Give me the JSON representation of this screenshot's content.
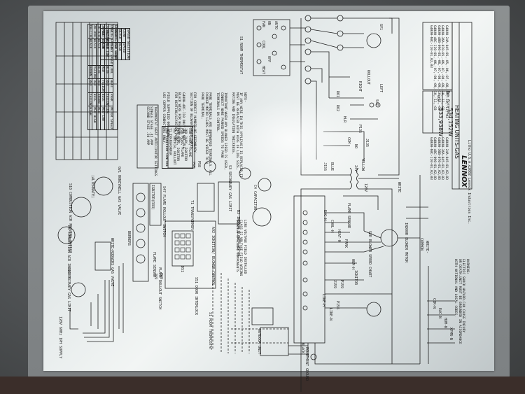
{
  "diagram": {
    "title": "HEATING UNITS-GAS",
    "brand": "LENNOX",
    "copyright": "©2002 Lennox Industries Inc.",
    "printed": "Litho U.S.A.",
    "form_codes": {
      "row1_label": "OO2",
      "row1_value": "533,938W",
      "row2_label": "New Form No.",
      "row2_value": "534,152W"
    },
    "model_list": [
      "G40UH-24A-045-05,-05,-06,-07,-08,-09,-10,-11,-03",
      "G40UH-36A-070-05,-06,-07,-08,-09,-10,-11,-03",
      "G40UH-48B-090-05,-06,-07,-08,-09,-10,-11,-03",
      "G40UH-48C-110-05,-06,-07,-08,-09,-10,-11,-03",
      "G40UH-60C-110-01,02,03"
    ],
    "models_left": [
      "G40UH-24A-045-01,02,03",
      "G40UH-36A-045-01,02,03",
      "G40UH-36B-070-01,02,03",
      "G40UH-48C-090-01,02,03",
      "G40UH-60C-110-01,02,03"
    ],
    "warning": [
      "WARNING:",
      "ELECTRIC SHOCK HAZARD.CAN CAUSE INJURY",
      "OR DEATH.UNIT MUST BE GROUNDED IN ACCORDANCE",
      "WITH NATIONAL AND LOCAL CODES."
    ],
    "notes": [
      "NOTE-",
      "IF ANY WIRE IN THIS APPLIANCE IS REPLACED,IT",
      "MUST BE REPLACED WITH WIRE OF LIKE SIZE,",
      "RATING AND INSULATION THICKNESS.",
      "",
      "IMPORTANT-WHEN ANY BLOWER SPEED IS USED,",
      "CONNECT NONE PARKED SPEEDS TO PARK",
      "TERMINALS ON CONTROL.",
      "",
      "PARK TERMINALS ARE UNPOWERED TERMINALS. ALL",
      "PARKED MOTOR LEADS MUST BE WIRED TO A",
      "PARK TERMINAL.",
      "",
      "FOR CORRECT NUMBER OF SECONDARY",
      "SECTION OF BLOWER SPEED CHART.",
      "",
      "G40UH-48C-110 ONLY DO NOT USE",
      "BLACK WIRE FOR HEATING,USE",
      "FOR HEATING/LEAVE ON PARK.",
      "",
      "FIELD SUPPLIED 60C WIRE.",
      "USE COPPER CONDUCTORS ONLY."
    ],
    "blower_chart": {
      "title": "BLOWER SPEED CHART",
      "headers": [
        "UNIT",
        "FACTORY SPEED",
        "COOL",
        "HEAT",
        "PARK",
        "MOTOR SPEED"
      ],
      "rows": [
        [
          "24-045",
          "BLACK",
          "BLUE",
          "RED",
          "YELLOW",
          "LOW"
        ],
        [
          "36-045",
          "BLACK",
          "RED",
          "YELLOW",
          "BLUE",
          "MED LOW"
        ],
        [
          "36-070",
          "BLACK",
          "BLUE",
          "RED",
          "BROWN",
          "MED"
        ],
        [
          "48-090",
          "BLACK",
          "YELLOW",
          "RED",
          "BLUE",
          "MED HIGH"
        ],
        [
          "60-110",
          "BLACK",
          "BROWN",
          "RED",
          "YELLOW",
          "HIGH"
        ]
      ]
    },
    "speed_selection": {
      "title": "SPEED SELECTION",
      "headers": [
        "LEAD",
        "SPEED"
      ],
      "rows": [
        [
          "BLACK",
          "HIGH"
        ],
        [
          "BROWN",
          "MED HIGH"
        ],
        [
          "BLUE",
          "MED"
        ],
        [
          "YELLOW",
          "MED LOW"
        ],
        [
          "RED",
          "LOW"
        ]
      ]
    },
    "anticipator": {
      "title": "THERMOSTAT HEAT ANTICIPATOR SETTINGS",
      "lines": [
        "SINGLE STAGE .45 AMP",
        "SECOND STAGE .50 AMP"
      ]
    },
    "parts": [
      "J58  JACK, FLAME",
      "J69  JACK, IGNITOR",
      "P58  PLUG, FLAME",
      "P69  PLUG, IGNITOR",
      "S47  SWITCH, ROLLOUT",
      "T1   TRANSFORMER",
      "A92  IGNITION CONTROL"
    ],
    "legend": [
      "LINE VOLTAGE FIELD INSTALLED",
      "CLASS II VOLTAGE FIELD WIRING",
      "DENOTES OPTIONAL COMPONENTS"
    ],
    "labels": {
      "s1": "S1 ROOM THERMOSTAT",
      "s1b": "S1 ROOM THERMOSTAT",
      "outdoor": "OUTDOOR UNIT",
      "s10": "S10 PRIMARY GAS LIMIT",
      "s18": "S18 COMBUSTION AIR PROVING SWITCH",
      "s47": "S47 FLAME ROLLOUT SWITCH",
      "gv1": "GV1 HONEYWELL GAS VALVE",
      "gv1b": "WHITE-RODGERS GAS VALVE",
      "alt": "(ALTERNATE)",
      "b6": "B6 COMBUSTION AIR INDUCER",
      "burners": "BURNERS",
      "ignitor": "IGNITOR(R33)",
      "flame_sensor": "FLAME SENSOR",
      "rollout": "FLAME ROLLOUT SWITCH",
      "t1": "T1 TRANSFORMER",
      "a92": "A92 IGNITION/ BLOWER CONTROL",
      "s51": "S51 DOOR INTERLOCK",
      "b3": "B3 INDOOR BLOWER MOTOR",
      "c4": "C4 CAPACITOR",
      "s3": "S3 SECONDARY GAS LIMIT",
      "power": "120V 60Hz 1PH SUPPLY",
      "ground": "EQUIPMENT GROUND",
      "black": "BLACK",
      "white": "WHITE",
      "blue": "BLUE",
      "yellow": "YELLOW",
      "v24": "24V",
      "v120": "120V",
      "common": "COMMON",
      "white_common": "WHITE-",
      "line_n": "LINE-N",
      "line_h": "LINE-H",
      "eac_h": "EAC-H",
      "cool_h": "COOL-H",
      "heat_h": "HEAT-H",
      "park": "PARK",
      "hum_h": "HUM-H",
      "cir_n": "CIR-N",
      "eac_n": "EAC-N",
      "hum_n": "HUM-N",
      "xfmr_n": "XFMR-N",
      "see_blower": "SEE BLOWER SPEED CHART",
      "indoor_blower": "INDOOR BLOWER MOTOR",
      "ignitor2": "IGNITOR",
      "flame_sensor2": "FLAME SENSOR",
      "fan": "FAN",
      "on": "ON",
      "auto": "AUTO",
      "cool": "COOL",
      "heat": "HEAT",
      "off": "OFF",
      "rollout2": "ROLLOUT",
      "right": "RIGHT",
      "left": "LEFT",
      "hlr": "HLR",
      "com": "COM",
      "no": "NO",
      "r02": "RO2",
      "r01": "RO1",
      "s47b": "S47",
      "j135": "J135",
      "p135": "P135",
      "j156": "J156",
      "p156": "P156",
      "j159": "J159",
      "p159": "P159",
      "j58": "J58",
      "p58": "P58",
      "j69": "J69",
      "p69": "P69",
      "ds1": "DS1",
      "gv1c": "GV1"
    }
  },
  "colors": {
    "sheet": "#e9eeee",
    "ink": "#1a1a1a",
    "board": "#85898b",
    "background": "#4f5254"
  }
}
